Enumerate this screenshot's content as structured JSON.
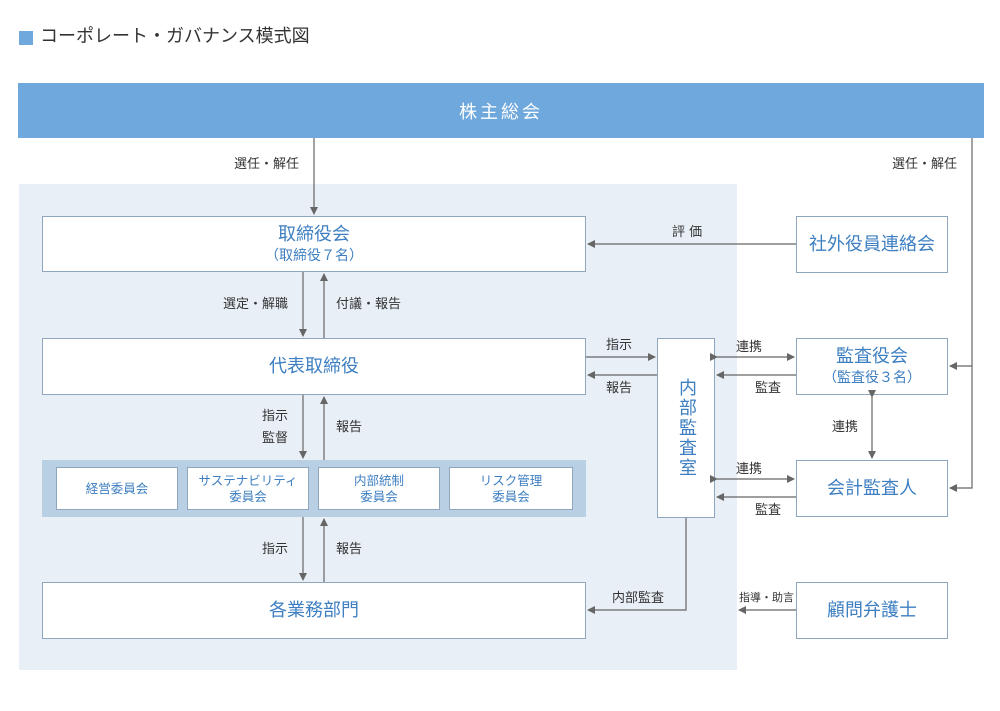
{
  "title": "コーポレート・ガバナンス模式図",
  "nodes": {
    "shareholders": "株主総会",
    "board": {
      "main": "取締役会",
      "sub": "（取締役７名）"
    },
    "president": "代表取締役",
    "committees": [
      {
        "lines": [
          "経営委員会"
        ]
      },
      {
        "lines": [
          "サステナビリティ",
          "委員会"
        ]
      },
      {
        "lines": [
          "内部統制",
          "委員会"
        ]
      },
      {
        "lines": [
          "リスク管理",
          "委員会"
        ]
      }
    ],
    "divisions": "各業務部門",
    "internal_audit": "内部監査室",
    "outside_officers": "社外役員連絡会",
    "audit_board": {
      "main": "監査役会",
      "sub": "（監査役３名）"
    },
    "accounting_auditor": "会計監査人",
    "legal_advisor": "顧問弁護士"
  },
  "edges": {
    "elect_board": "選任・解任",
    "elect_auditors": "選任・解任",
    "evaluation": "評 価",
    "select_dismiss": "選定・解職",
    "refer_report": "付議・報告",
    "instruct_ia": "指示",
    "report_ia": "報告",
    "instruct_supervise_1": "指示",
    "instruct_supervise_2": "監督",
    "report_committees": "報告",
    "instruct_divisions": "指示",
    "report_divisions": "報告",
    "internal_audit_flow": "内部監査",
    "coop_ab": "連携",
    "audit_ab": "監査",
    "coop_auditors": "連携",
    "coop_aa": "連携",
    "audit_aa": "監査",
    "guidance": "指導・助言"
  },
  "colors": {
    "accent": "#6fa8dc",
    "box_text": "#3d7fc1",
    "panel": "#e8eff7",
    "committee_panel": "#b9cfe3",
    "line": "#666666"
  }
}
